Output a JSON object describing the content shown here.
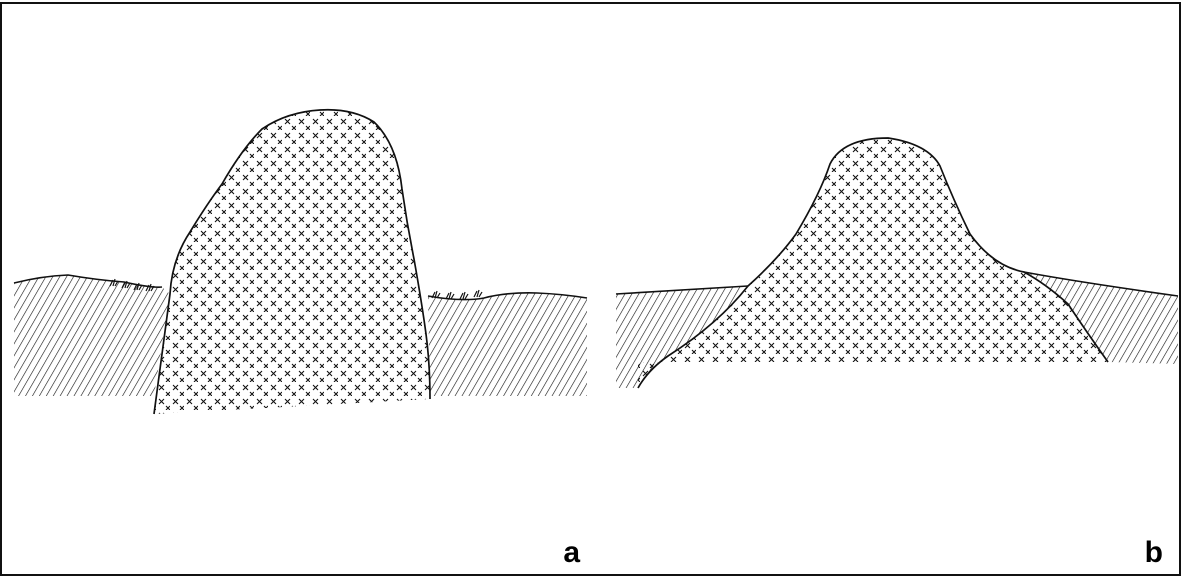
{
  "panels": [
    {
      "label": "a"
    },
    {
      "label": "b"
    }
  ],
  "colors": {
    "line": "#111111",
    "hatch": "#111111",
    "background": "#ffffff"
  },
  "pattern": {
    "body_symbol": "×",
    "ground_fill": "diagonal-hatch"
  }
}
